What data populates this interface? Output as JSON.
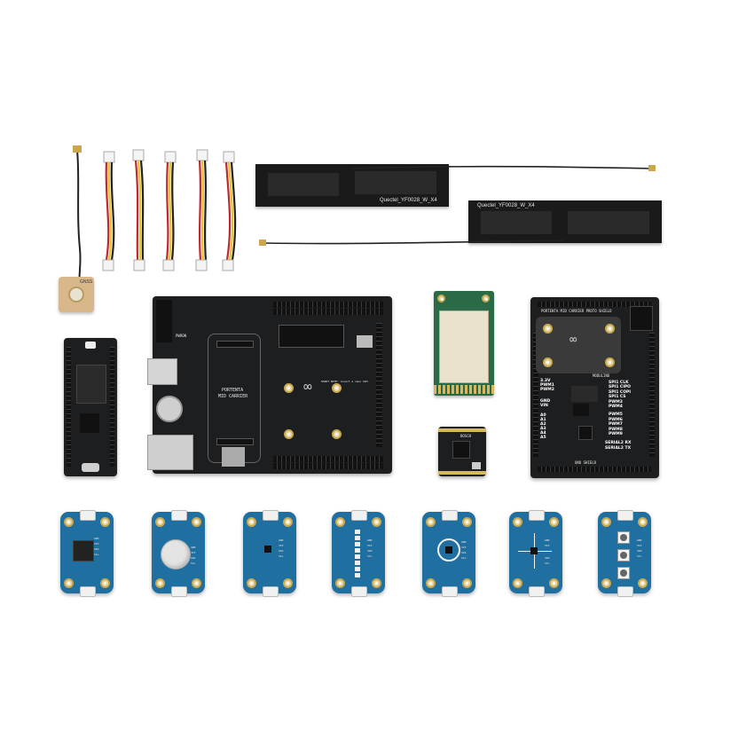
{
  "antennas": {
    "label_1": "Quectel_YF0028_W_X4",
    "label_2": "Quectel_YF0028_W_X4"
  },
  "gnss_antenna": {
    "label": "GNSS"
  },
  "mid_carrier": {
    "title_line1": "PORTENTA",
    "title_line2": "MID CARRIER",
    "sim_note": "SMART NOTE: insert a nano SIM",
    "pwr_label": "PWRON"
  },
  "proto_shield": {
    "title": "PORTENTA MID CARRIER PROTO SHIELD",
    "signal_labels": [
      "SPI1 CLK",
      "SPI1 CIPO",
      "SPI1 COPI",
      "SPI1 CS",
      "PWM3",
      "PWM4",
      "PWM5",
      "PWM6",
      "PWM7",
      "PWM8",
      "PWM9"
    ],
    "serial_labels": [
      "SERIAL2 RX",
      "SERIAL2 TX"
    ],
    "left_labels": [
      "3.3V",
      "PWM1",
      "PWM2",
      "GND",
      "VIN",
      "A0",
      "A1",
      "A2",
      "A3",
      "A4",
      "A5"
    ],
    "footer": "UNO SHIELD",
    "module_label": "MODULINO"
  },
  "nano_board": {
    "label": "BOSCH"
  },
  "modulinos": {
    "pin_labels": [
      "GND",
      "3V3",
      "SDA",
      "SCL"
    ]
  },
  "colors": {
    "pcb_black": "#1d1e20",
    "pcb_blue": "#1f6fa0",
    "cellular_green": "#2a6a47",
    "gold": "#d7b85f",
    "wire_red": "#c0282c",
    "wire_yellow": "#e5c229"
  }
}
